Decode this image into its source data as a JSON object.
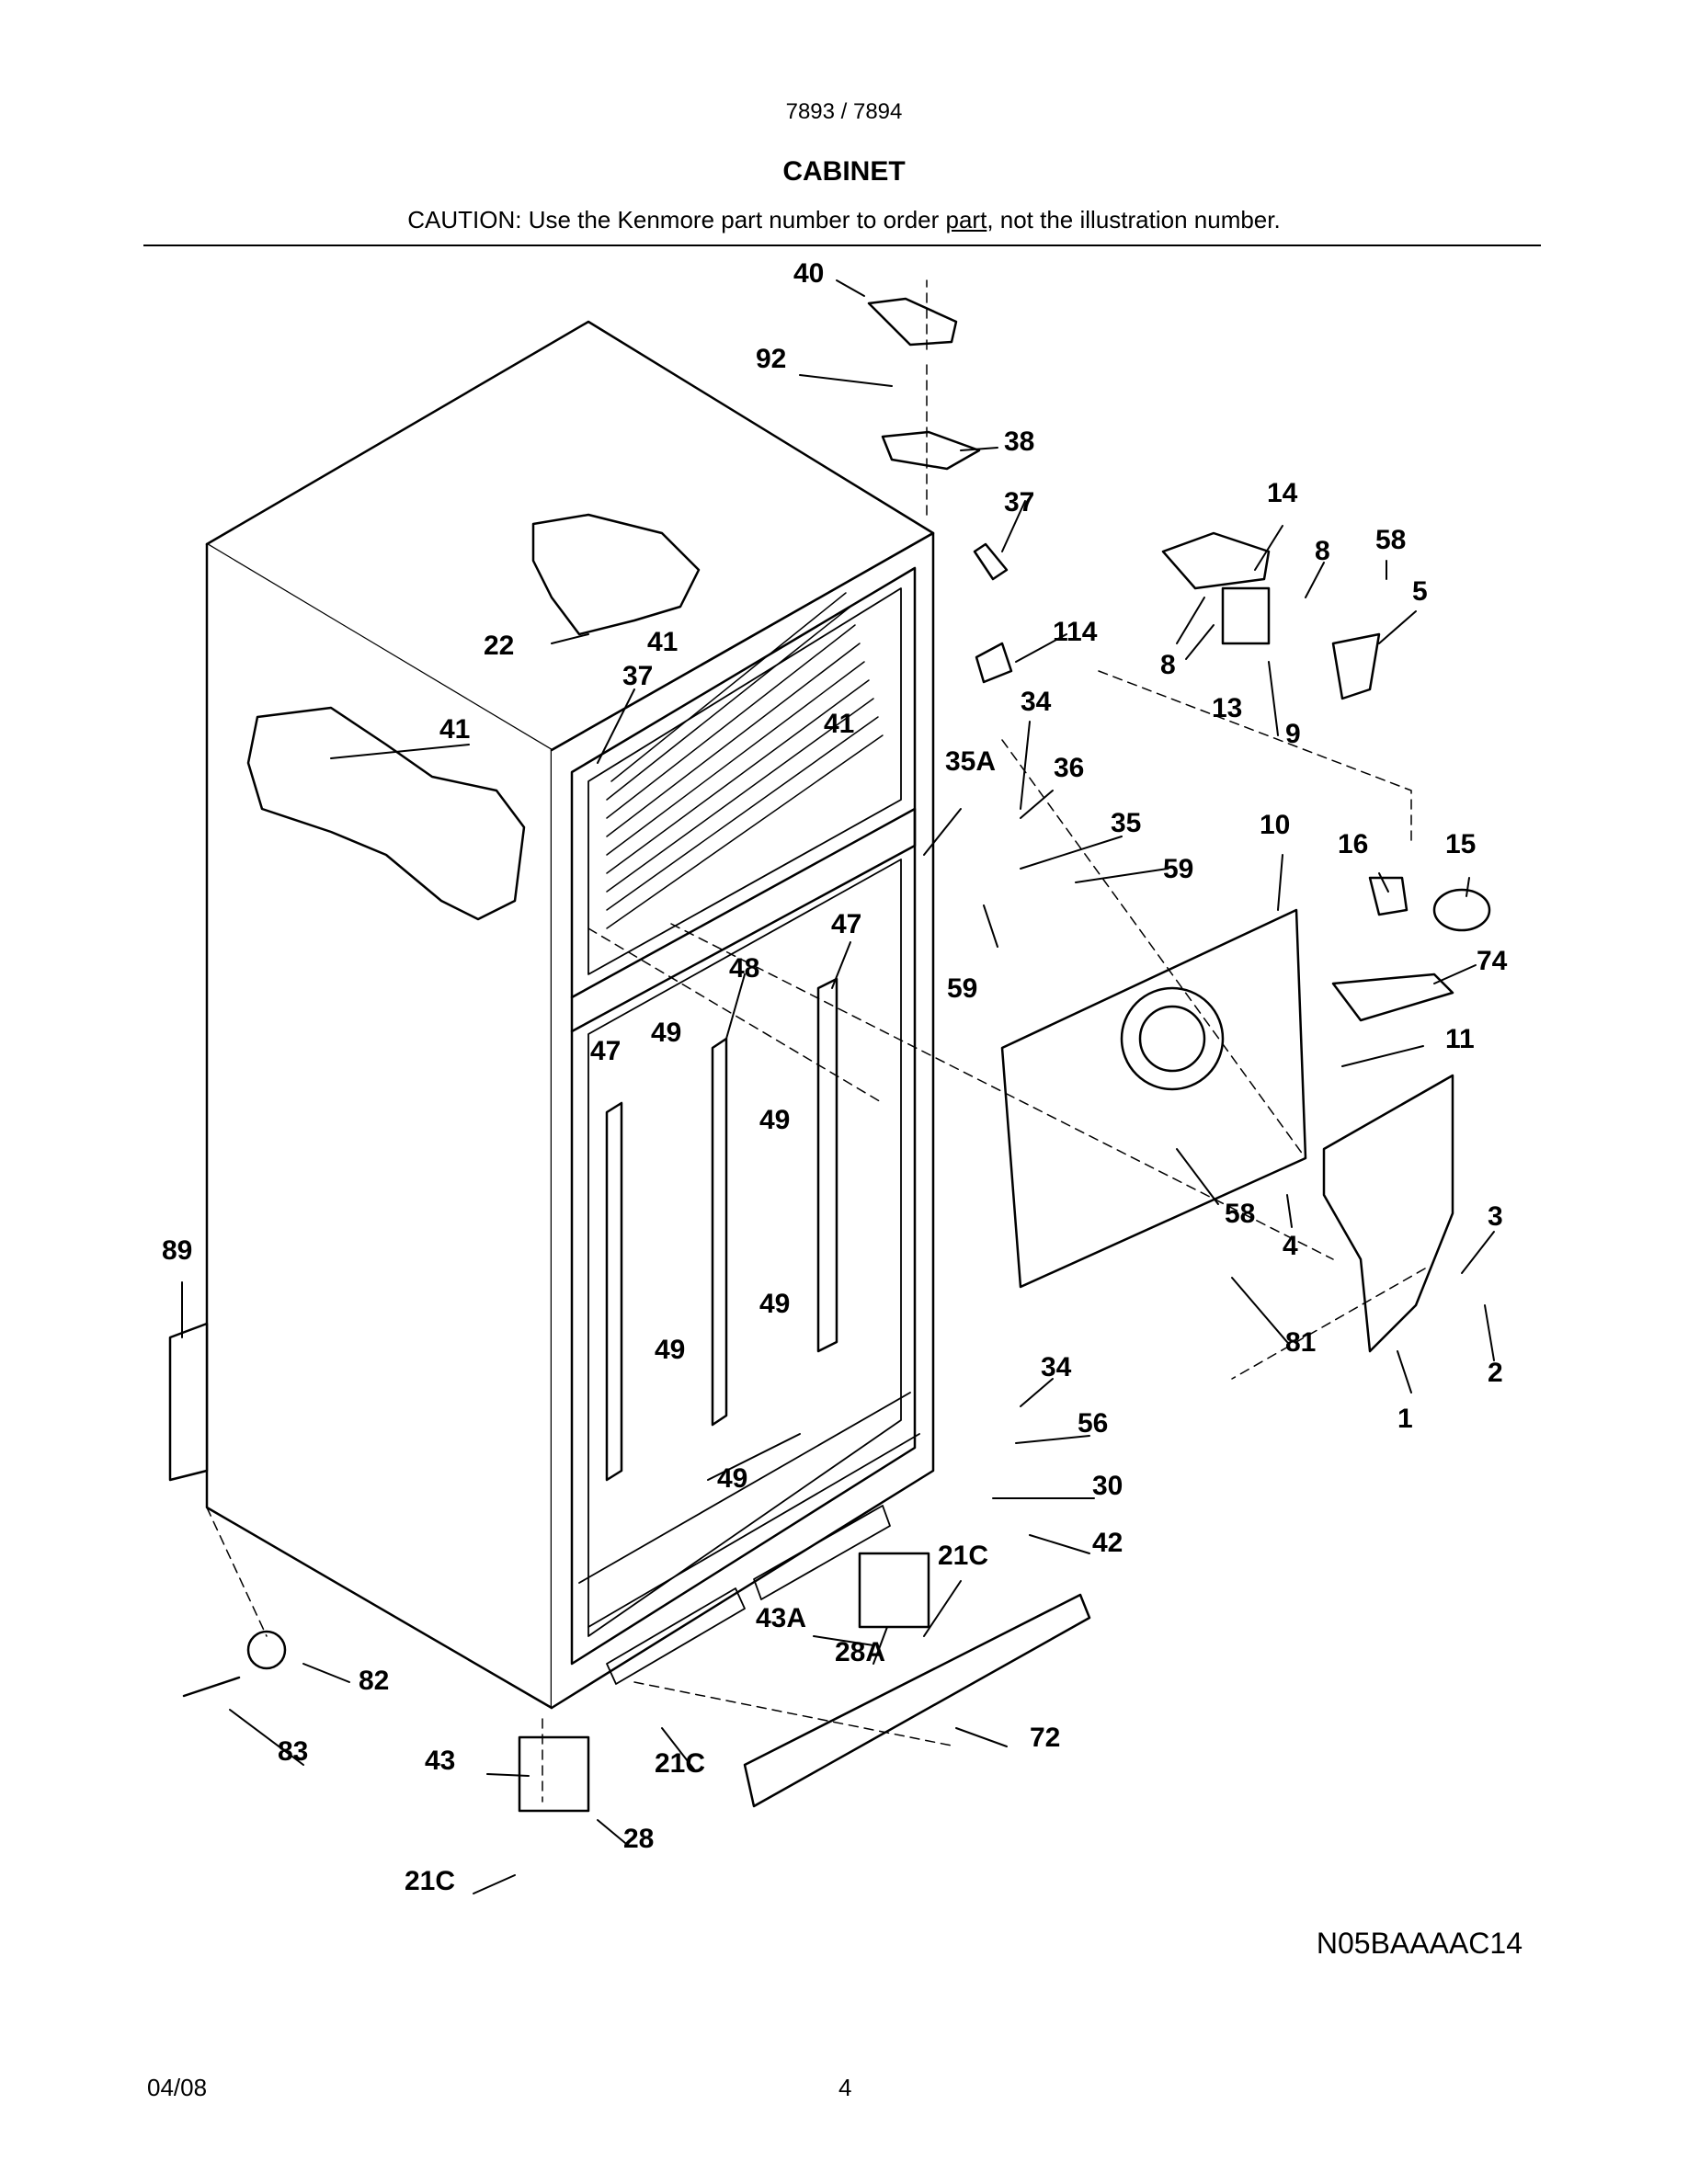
{
  "header": {
    "model": "7893 / 7894",
    "title": "CABINET",
    "caution_pre": "CAUTION: Use the Kenmore part number to order ",
    "caution_link": "part",
    "caution_post": ", not the illustration number."
  },
  "labels": {
    "l40": "40",
    "l92": "92",
    "l38": "38",
    "l37a": "37",
    "l14": "14",
    "l8a": "8",
    "l58a": "58",
    "l5": "5",
    "l114": "114",
    "l8b": "8",
    "l13": "13",
    "l9": "9",
    "l22": "22",
    "l41a": "41",
    "l37b": "37",
    "l41b": "41",
    "l41c": "41",
    "l34a": "34",
    "l35A": "35A",
    "l36": "36",
    "l35": "35",
    "l59a": "59",
    "l10": "10",
    "l16": "16",
    "l15": "15",
    "l59b": "59",
    "l74": "74",
    "l47a": "47",
    "l48": "48",
    "l47b": "47",
    "l49a": "49",
    "l49b": "49",
    "l11": "11",
    "l58b": "58",
    "l4": "4",
    "l3": "3",
    "l89": "89",
    "l49c": "49",
    "l49d": "49",
    "l81": "81",
    "l2": "2",
    "l34b": "34",
    "l56": "56",
    "l1": "1",
    "l30": "30",
    "l49e": "49",
    "l42": "42",
    "l21Ca": "21C",
    "l43A": "43A",
    "l28A": "28A",
    "l82": "82",
    "l72": "72",
    "l83": "83",
    "l43": "43",
    "l21Cb": "21C",
    "l28": "28",
    "l21Cc": "21C"
  },
  "footer": {
    "drawing_code": "N05BAAAAC14",
    "date": "04/08",
    "page": "4"
  }
}
